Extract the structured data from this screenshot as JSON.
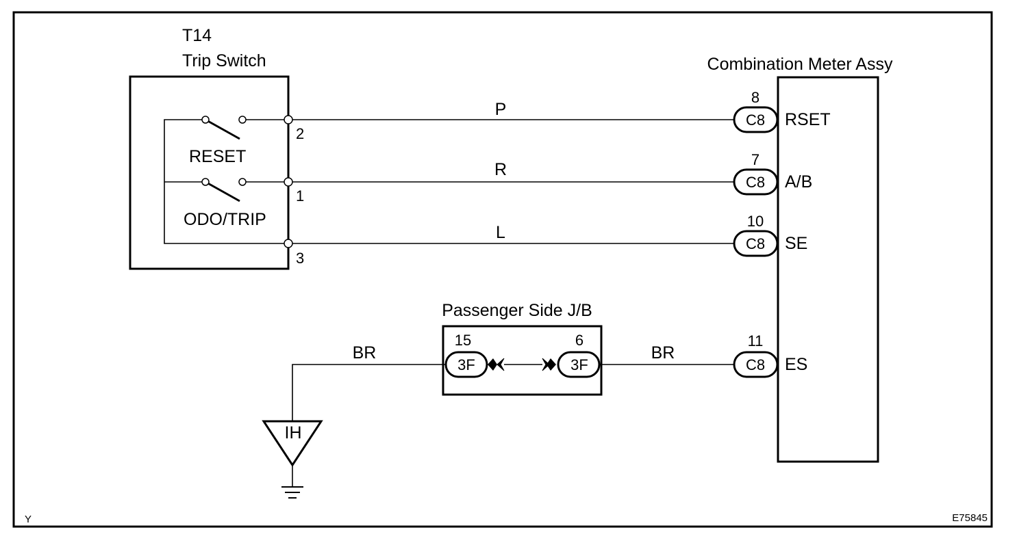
{
  "trip_switch": {
    "code": "T14",
    "name": "Trip Switch",
    "switches": [
      "RESET",
      "ODO/TRIP"
    ],
    "pins": [
      "2",
      "1",
      "3"
    ]
  },
  "meter": {
    "name": "Combination Meter Assy",
    "terminals": [
      {
        "pin": "8",
        "connector": "C8",
        "signal": "RSET",
        "wire": "P"
      },
      {
        "pin": "7",
        "connector": "C8",
        "signal": "A/B",
        "wire": "R"
      },
      {
        "pin": "10",
        "connector": "C8",
        "signal": "SE",
        "wire": "L"
      },
      {
        "pin": "11",
        "connector": "C8",
        "signal": "ES",
        "wire": "BR"
      }
    ]
  },
  "junction_block": {
    "name": "Passenger Side J/B",
    "left_pin": "15",
    "left_connector": "3F",
    "right_pin": "6",
    "right_connector": "3F"
  },
  "ground": {
    "code": "IH",
    "wire": "BR"
  },
  "footer": {
    "left": "Y",
    "right": "E75845"
  }
}
